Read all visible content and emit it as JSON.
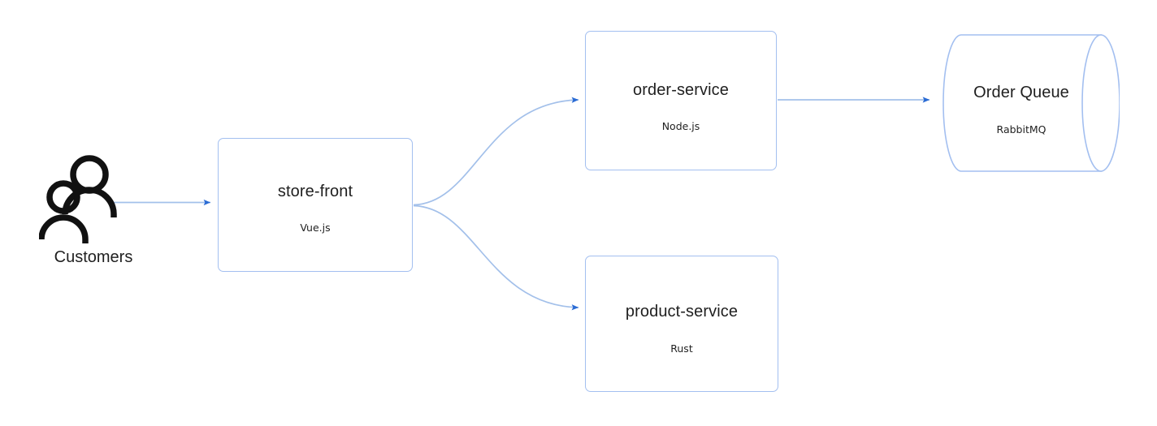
{
  "diagram": {
    "type": "architecture-flow-diagram",
    "background_color": "#ffffff",
    "edge_line_color": "#a3c0ea",
    "arrowhead_color": "#2a6bd4",
    "node_border_color": "#a3bff0",
    "node_fill_color": "#ffffff",
    "text_color": "#1f1f1f"
  },
  "nodes": {
    "customers": {
      "label": "Customers",
      "shape": "actor",
      "icon": "two-people-icon"
    },
    "store_front": {
      "title": "store-front",
      "subtitle": "Vue.js",
      "shape": "rounded-rectangle"
    },
    "order_service": {
      "title": "order-service",
      "subtitle": "Node.js",
      "shape": "rounded-rectangle"
    },
    "product_service": {
      "title": "product-service",
      "subtitle": "Rust",
      "shape": "rounded-rectangle"
    },
    "order_queue": {
      "title": "Order Queue",
      "subtitle": "RabbitMQ",
      "shape": "cylinder"
    }
  },
  "edges": [
    {
      "id": "customers-to-store-front",
      "from": "customers",
      "to": "store_front",
      "style": "straight",
      "arrow": "end"
    },
    {
      "id": "store-front-to-order-service",
      "from": "store_front",
      "to": "order_service",
      "style": "curved",
      "arrow": "end"
    },
    {
      "id": "store-front-to-product-service",
      "from": "store_front",
      "to": "product_service",
      "style": "curved",
      "arrow": "end"
    },
    {
      "id": "order-service-to-order-queue",
      "from": "order_service",
      "to": "order_queue",
      "style": "straight",
      "arrow": "end"
    }
  ]
}
